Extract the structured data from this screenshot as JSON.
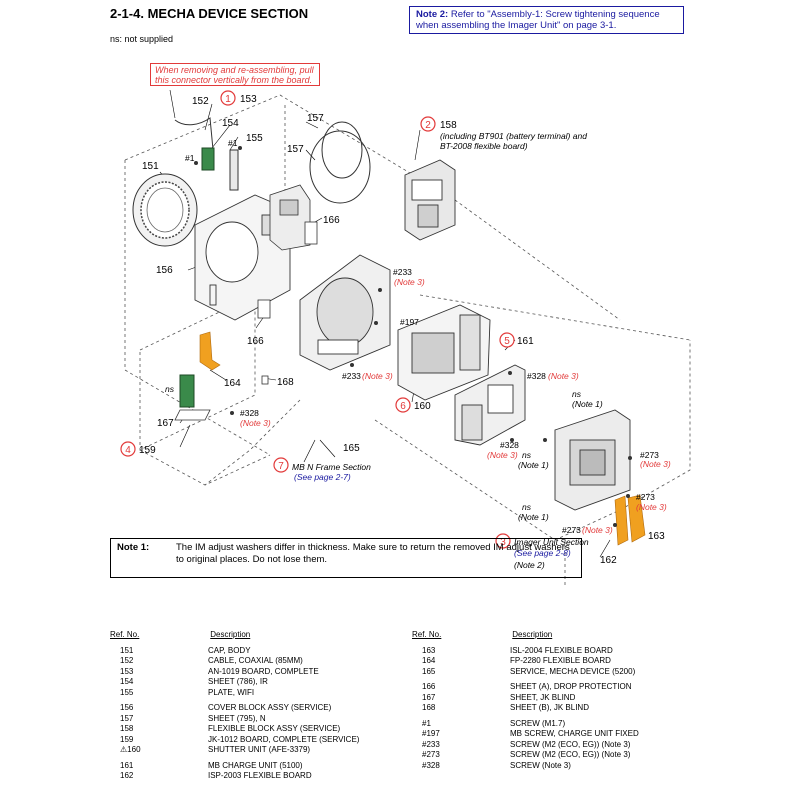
{
  "title": "2-1-4. MECHA DEVICE SECTION",
  "note2": {
    "label": "Note 2:",
    "text": "Refer to \"Assembly-1: Screw tightening sequence when assembling the Imager Unit\" on page 3-1."
  },
  "ns_note": "ns: not supplied",
  "warning": "When removing and re-assembling, pull this connector vertically from the board.",
  "note1": {
    "label": "Note 1:",
    "text": "The IM adjust washers differ in thickness. Make sure to return the removed IM adjust washers to original places. Do not lose them."
  },
  "callouts": {
    "c1": "1",
    "c2": "2",
    "c3": "3",
    "c4": "4",
    "c5": "5",
    "c6": "6",
    "c7": "7",
    "l151": "151",
    "l152": "152",
    "l153": "153",
    "l154": "154",
    "l155": "155",
    "l156": "156",
    "l157a": "157",
    "l157b": "157",
    "l158": "158",
    "l159": "159",
    "l160": "160",
    "l161": "161",
    "l162": "162",
    "l163": "163",
    "l164": "164",
    "l165": "165",
    "l166a": "166",
    "l166b": "166",
    "l167": "167",
    "l168": "168",
    "s1a": "#1",
    "s1b": "#1",
    "s233a": "#233",
    "s233b": "#233",
    "s197": "#197",
    "s328a": "#328",
    "s328b": "#328",
    "s328c": "#328",
    "s273a": "#273",
    "s273b": "#273",
    "s273c": "#273",
    "note3": "(Note 3)",
    "ns": "ns",
    "note1ref": "(Note 1)",
    "note2ref": "(Note 2)",
    "t158a": "(including BT901 (battery terminal) and",
    "t158b": "BT-2008 flexible board)",
    "mbframe": "MB N Frame Section",
    "imager": "Imager Unit Section",
    "seep27": "(See page 2-7)",
    "seep28": "(See page 2-8)"
  },
  "parts_header": {
    "ref": "Ref. No.",
    "desc": "Description"
  },
  "parts_left": [
    {
      "ref": "151",
      "desc": "CAP, BODY"
    },
    {
      "ref": "152",
      "desc": "CABLE, COAXIAL (85MM)"
    },
    {
      "ref": "153",
      "desc": "AN-1019 BOARD, COMPLETE"
    },
    {
      "ref": "154",
      "desc": "SHEET (786), IR"
    },
    {
      "ref": "155",
      "desc": "PLATE, WIFI"
    },
    {
      "ref": "156",
      "desc": "COVER BLOCK ASSY (SERVICE)"
    },
    {
      "ref": "157",
      "desc": "SHEET (795), N"
    },
    {
      "ref": "158",
      "desc": "FLEXIBLE BLOCK ASSY (SERVICE)"
    },
    {
      "ref": "159",
      "desc": "JK-1012 BOARD, COMPLETE (SERVICE)"
    },
    {
      "ref": "⚠160",
      "desc": "SHUTTER UNIT (AFE-3379)"
    },
    {
      "ref": "161",
      "desc": "MB CHARGE UNIT (5100)"
    },
    {
      "ref": "162",
      "desc": "ISP-2003 FLEXIBLE BOARD"
    }
  ],
  "parts_right": [
    {
      "ref": "163",
      "desc": "ISL-2004 FLEXIBLE BOARD"
    },
    {
      "ref": "164",
      "desc": "FP-2280 FLEXIBLE BOARD"
    },
    {
      "ref": "165",
      "desc": "SERVICE, MECHA DEVICE (5200)"
    },
    {
      "ref": "166",
      "desc": "SHEET (A), DROP PROTECTION"
    },
    {
      "ref": "167",
      "desc": "SHEET, JK BLIND"
    },
    {
      "ref": "168",
      "desc": "SHEET (B), JK BLIND"
    },
    {
      "ref": "#1",
      "desc": "SCREW (M1.7)"
    },
    {
      "ref": "#197",
      "desc": "MB SCREW, CHARGE UNIT FIXED"
    },
    {
      "ref": "#233",
      "desc": "SCREW (M2 (ECO, EG)) (Note 3)"
    },
    {
      "ref": "#273",
      "desc": "SCREW (M2 (ECO, EG)) (Note 3)"
    },
    {
      "ref": "#328",
      "desc": "SCREW (Note 3)"
    }
  ],
  "colors": {
    "accent_red": "#e23a3a",
    "note_blue": "#1a1aa0",
    "flex_orange": "#f0a020",
    "board_green": "#3a8a4a"
  }
}
